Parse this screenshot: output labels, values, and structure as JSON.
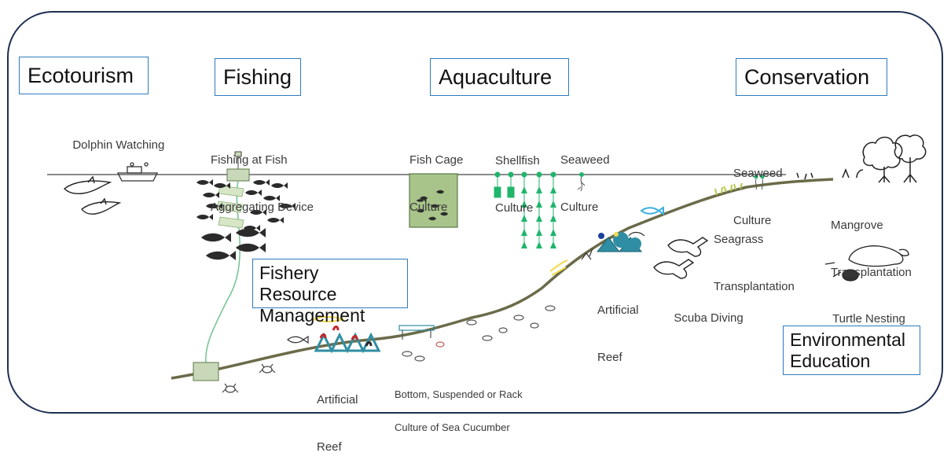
{
  "categories": {
    "ecotourism": "Ecotourism",
    "fishing": "Fishing",
    "aquaculture": "Aquaculture",
    "conservation": "Conservation",
    "fishery_line1": "Fishery Resource",
    "fishery_line2": "Management",
    "env_line1": "Environmental",
    "env_line2": "Education"
  },
  "labels": {
    "dolphin": "Dolphin Watching",
    "fad_line1": "Fishing at Fish",
    "fad_line2": "Aggregating Device",
    "fishcage_line1": "Fish Cage",
    "fishcage_line2": "Culture",
    "shellfish_line1": "Shellfish",
    "shellfish_line2": "Culture",
    "seaweed1_line1": "Seaweed",
    "seaweed1_line2": "Culture",
    "seaweed2_line1": "Seaweed",
    "seaweed2_line2": "Culture",
    "mangrove_line1": "Mangrove",
    "mangrove_line2": "Transplantation",
    "seagrass_line1": "Seagrass",
    "seagrass_line2": "Transplantation",
    "reef_upper_line1": "Artificial",
    "reef_upper_line2": "Reef",
    "scuba": "Scuba Diving",
    "turtle": "Turtle Nesting",
    "reef_lower_line1": "Artificial",
    "reef_lower_line2": "Reef",
    "cucumber_line1": "Bottom, Suspended or Rack",
    "cucumber_line2": "Culture of Sea Cucumber"
  },
  "colors": {
    "frame": "#1f2f52",
    "box_border": "#2e7bbf",
    "seabed": "#6b6b4a",
    "cage_fill": "#a8c48a",
    "culture_green": "#1fb56b",
    "reef_teal": "#2f8ea3",
    "reef_red": "#c1272d",
    "fish_dark": "#2b2b2b",
    "fish_blue": "#3ab0e0",
    "fish_yellow": "#f2d94e",
    "seagrass": "#b7c94a"
  },
  "icons": [
    "dolphin-icon",
    "boat-icon",
    "fish-school-icon",
    "fad-buoy-icon",
    "fish-cage-icon",
    "shellfish-line-icon",
    "seaweed-icon",
    "mangrove-tree-icon",
    "turtle-icon",
    "scuba-diver-icon",
    "artificial-reef-icon",
    "sea-cucumber-rack-icon",
    "crab-icon"
  ]
}
